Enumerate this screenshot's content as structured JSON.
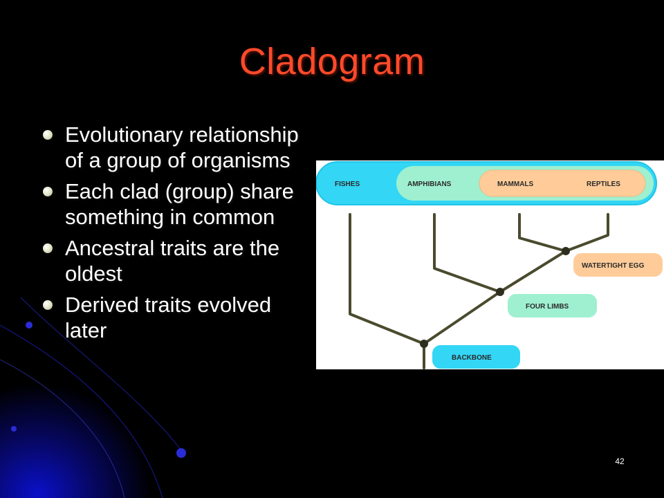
{
  "slide": {
    "title": "Cladogram",
    "page_number": "42",
    "bullets": [
      "Evolutionary relationship  of a group of organisms",
      "Each clad (group) share something in common",
      "Ancestral traits are the oldest",
      "Derived traits evolved later"
    ]
  },
  "cladogram": {
    "groups": {
      "fishes": "FISHES",
      "amphibians": "AMPHIBIANS",
      "mammals": "MAMMALS",
      "reptiles": "REPTILES"
    },
    "traits": {
      "watertight_egg": "WATERTIGHT EGG",
      "four_limbs": "FOUR LIMBS",
      "backbone": "BACKBONE"
    }
  },
  "colors": {
    "title": "#ff4a2a",
    "fishes_band": "#33d6f5",
    "amphibians_band": "#9ef0d0",
    "amniote_band": "#ffcc99",
    "branch": "#4a4a2e"
  }
}
